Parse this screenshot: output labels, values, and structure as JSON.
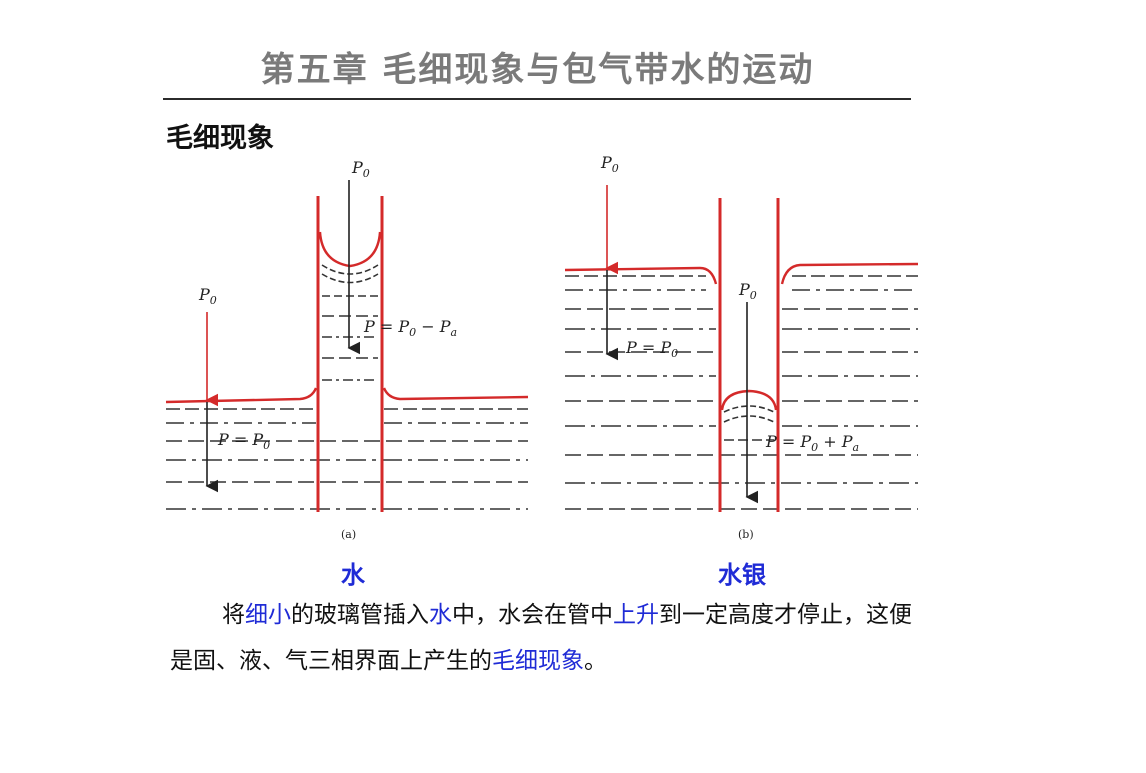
{
  "title": "第五章  毛细现象与包气带水的运动",
  "section": "毛细现象",
  "figure": {
    "a": {
      "p0_top": "P",
      "p0_top_sub": "0",
      "p0_left": "P",
      "p0_left_sub": "0",
      "tube_eq": "P = P",
      "tube_eq_sub": "0",
      "tube_eq_tail": " − P",
      "tube_eq_tail_sub": "a",
      "bath_eq": "P = P",
      "bath_eq_sub": "0",
      "caption": "(a)",
      "label": "水"
    },
    "b": {
      "p0_left": "P",
      "p0_left_sub": "0",
      "p0_tube": "P",
      "p0_tube_sub": "0",
      "bath_eq": "P = P",
      "bath_eq_sub": "0",
      "tube_eq": "P = P",
      "tube_eq_sub": "0",
      "tube_eq_tail": " + P",
      "tube_eq_tail_sub": "a",
      "caption": "(b)",
      "label": "水银"
    }
  },
  "paragraph": {
    "s1": "将",
    "h1": "细小",
    "s2": "的玻璃管插入",
    "h2": "水",
    "s3": "中，水会在管中",
    "h3": "上升",
    "s4": "到一定高度才停止，这便是固、液、气三相界面上产生的",
    "h4": "毛细现象",
    "s5": "。"
  },
  "colors": {
    "title": "#7a7a7a",
    "highlight": "#1f2bd6",
    "tube": "#d42a2a"
  }
}
